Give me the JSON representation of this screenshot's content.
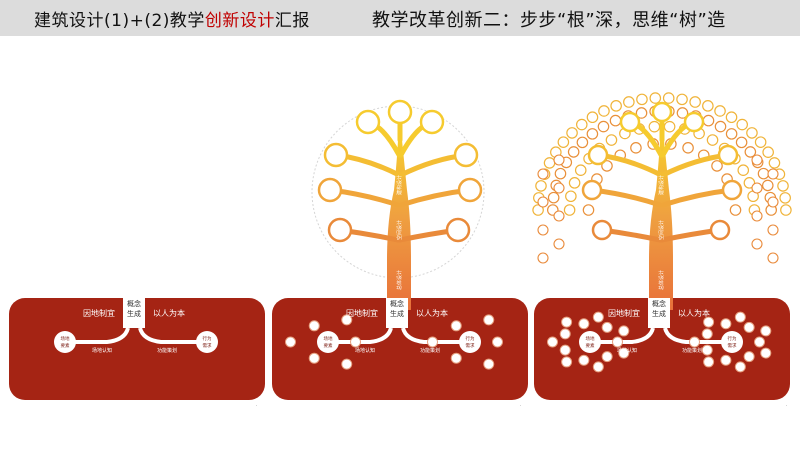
{
  "header": {
    "left_title_prefix": "建筑设计(1)+(2)教学",
    "left_title_highlight": "创新设计",
    "left_title_suffix": "汇报",
    "right_title": "教学改革创新二：步步“根”深，思维“树”造"
  },
  "colors": {
    "header_bg": "#dcdcdc",
    "highlight": "#c00000",
    "soil": "#a52414",
    "trunk": "#e88a3c",
    "canopy": "#f4c02e",
    "bubble_mid": "#e9a23b"
  },
  "diagram": {
    "left_root_label": "因地制宜",
    "right_root_label": "以人为本",
    "core_label_line1": "概念",
    "core_label_line2": "生成",
    "left_branch_label": "场地认知",
    "right_branch_label": "功能策划",
    "left_node_label_line1": "场地",
    "left_node_label_line2": "要素",
    "right_node_label_line1": "行为",
    "right_node_label_line2": "需求",
    "trunk_labels": [
      "总体设计",
      "空间设计",
      "建构设计"
    ]
  }
}
